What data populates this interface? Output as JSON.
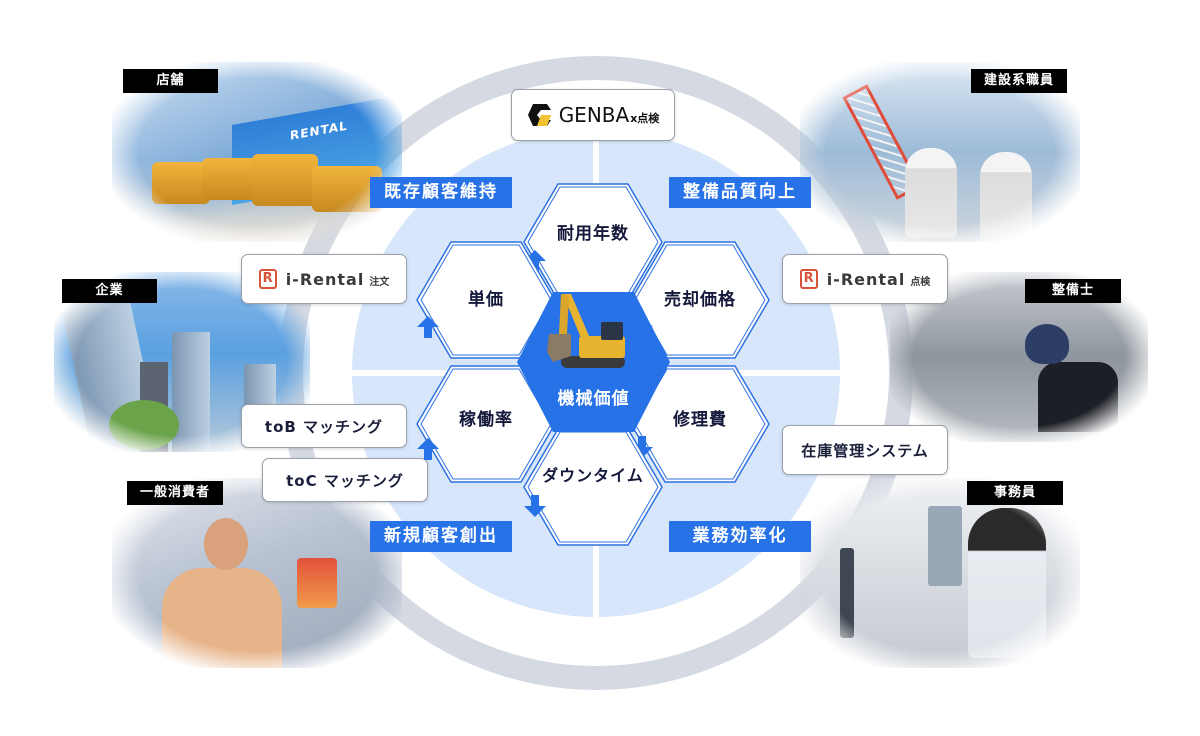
{
  "diagram": {
    "center": {
      "label": "機械価値",
      "icon": "excavator-icon"
    },
    "hexagons": [
      {
        "id": "top",
        "label": "耐用年数",
        "trend": "up"
      },
      {
        "id": "upper-left",
        "label": "単価",
        "trend": "up"
      },
      {
        "id": "upper-right",
        "label": "売却価格",
        "trend": "up"
      },
      {
        "id": "lower-left",
        "label": "稼働率",
        "trend": "up"
      },
      {
        "id": "lower-right",
        "label": "修理費",
        "trend": "down"
      },
      {
        "id": "bottom",
        "label": "ダウンタイム",
        "trend": "down"
      }
    ],
    "quadrant_labels": {
      "top_left": "既存顧客維持",
      "top_right": "整備品質向上",
      "bottom_left": "新規顧客創出",
      "bottom_right": "業務効率化"
    },
    "products": {
      "genba": {
        "name": "GENBA",
        "suffix": "x点検"
      },
      "irental_order": {
        "name": "i-Rental",
        "suffix": "注文",
        "mark": "R"
      },
      "irental_inspection": {
        "name": "i-Rental",
        "suffix": "点検",
        "mark": "R"
      },
      "tob_matching": "toB マッチング",
      "toc_matching": "toC マッチング",
      "inventory": "在庫管理システム"
    },
    "stakeholders": {
      "store": {
        "label": "店舗",
        "sign": "RENTAL"
      },
      "construction": {
        "label": "建設系職員"
      },
      "company": {
        "label": "企業"
      },
      "mechanic": {
        "label": "整備士"
      },
      "consumer": {
        "label": "一般消費者"
      },
      "office": {
        "label": "事務員"
      }
    },
    "colors": {
      "accent_blue": "#2672e6",
      "disc_blue": "#d7e6fb",
      "ring_gray": "#d5d9e2",
      "label_black": "#000000",
      "irental_red": "#d9533b",
      "genba_yellow": "#f2c230"
    }
  }
}
